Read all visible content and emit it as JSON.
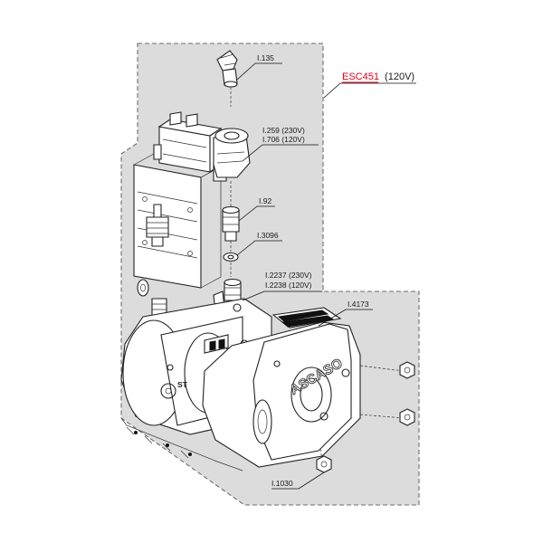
{
  "colors": {
    "background": "#ffffff",
    "shaded_zone": "#dcdcdc",
    "outline": "#1a1a1a",
    "assembly_code_highlight": "#e0001b"
  },
  "assembly": {
    "code": "ESC451",
    "variant": "(120V)"
  },
  "parts": [
    {
      "id": "p135",
      "label": "I.135"
    },
    {
      "id": "p259",
      "label": "I.259 (230V)"
    },
    {
      "id": "p706",
      "label": "I.706 (120V)"
    },
    {
      "id": "p92",
      "label": "I.92"
    },
    {
      "id": "p3096",
      "label": "I.3096"
    },
    {
      "id": "p2237",
      "label": "I.2237 (230V)"
    },
    {
      "id": "p2238",
      "label": "I.2238 (120V)"
    },
    {
      "id": "p4173",
      "label": "I.4173"
    },
    {
      "id": "p1030",
      "label": "I.1030"
    }
  ],
  "brand_mark": "ASCASO"
}
